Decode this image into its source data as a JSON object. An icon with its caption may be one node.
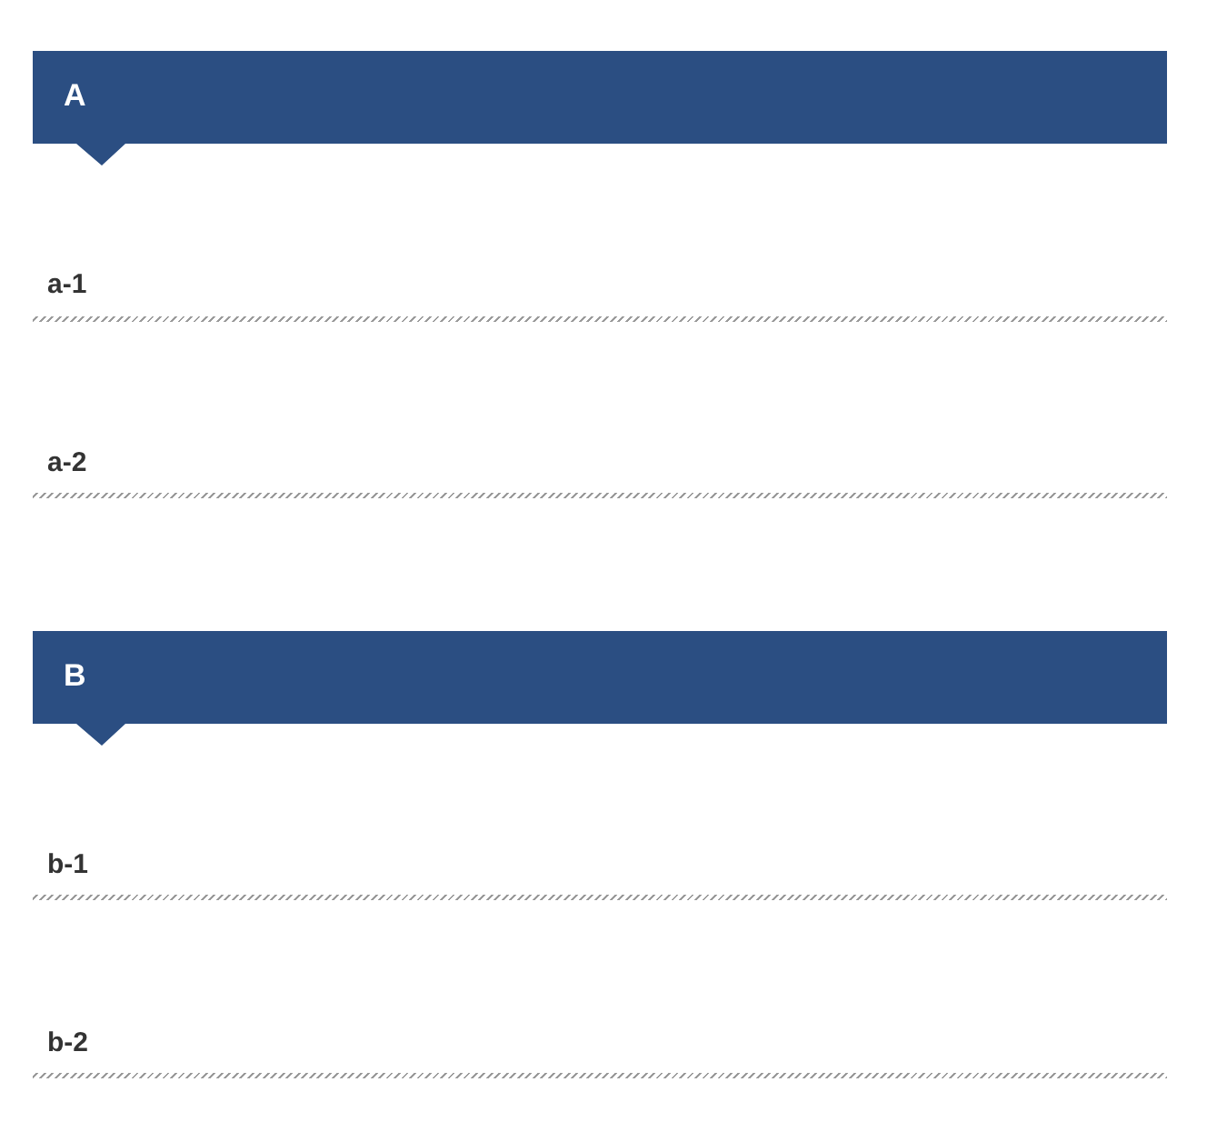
{
  "diagram": {
    "nodes": [
      {
        "text": [
          "A"
        ]
      },
      {
        "text": [
          "B"
        ]
      }
    ],
    "labels": [
      "a-1",
      "a-2",
      "b-1",
      "b-2"
    ]
  }
}
